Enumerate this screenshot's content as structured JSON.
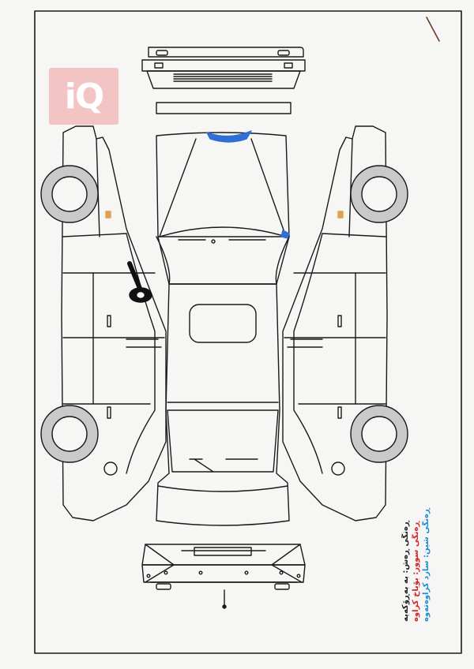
{
  "logo": {
    "text": "iQ",
    "color": "#f3c4c4"
  },
  "legend": {
    "rows": [
      {
        "text": "ڕەنگی شین: سارد کراوەتەوە",
        "color": "#1a8fd6"
      },
      {
        "text": "ڕەنگی سوور: بۆیاخ کراوە",
        "color": "#d8232a"
      },
      {
        "text": "ڕەنگی ڕەش: بە بەڕۆکەیە",
        "color": "#222222"
      }
    ]
  },
  "colors": {
    "outline": "#1a1a1a",
    "paper": "#f6f6f4",
    "tire": "#c9c9c9",
    "repair_mark": "#2f6fd6",
    "indicator": "#e0a050"
  },
  "diagram": {
    "views": [
      "front-view",
      "top-view",
      "left-side-view",
      "right-side-view",
      "rear-view"
    ],
    "marks": [
      {
        "name": "repair-mark-windshield-top",
        "color": "#2f6fd6"
      },
      {
        "name": "repair-mark-hood-corner",
        "color": "#2f6fd6"
      },
      {
        "name": "key-marker",
        "color": "#111111"
      }
    ]
  }
}
